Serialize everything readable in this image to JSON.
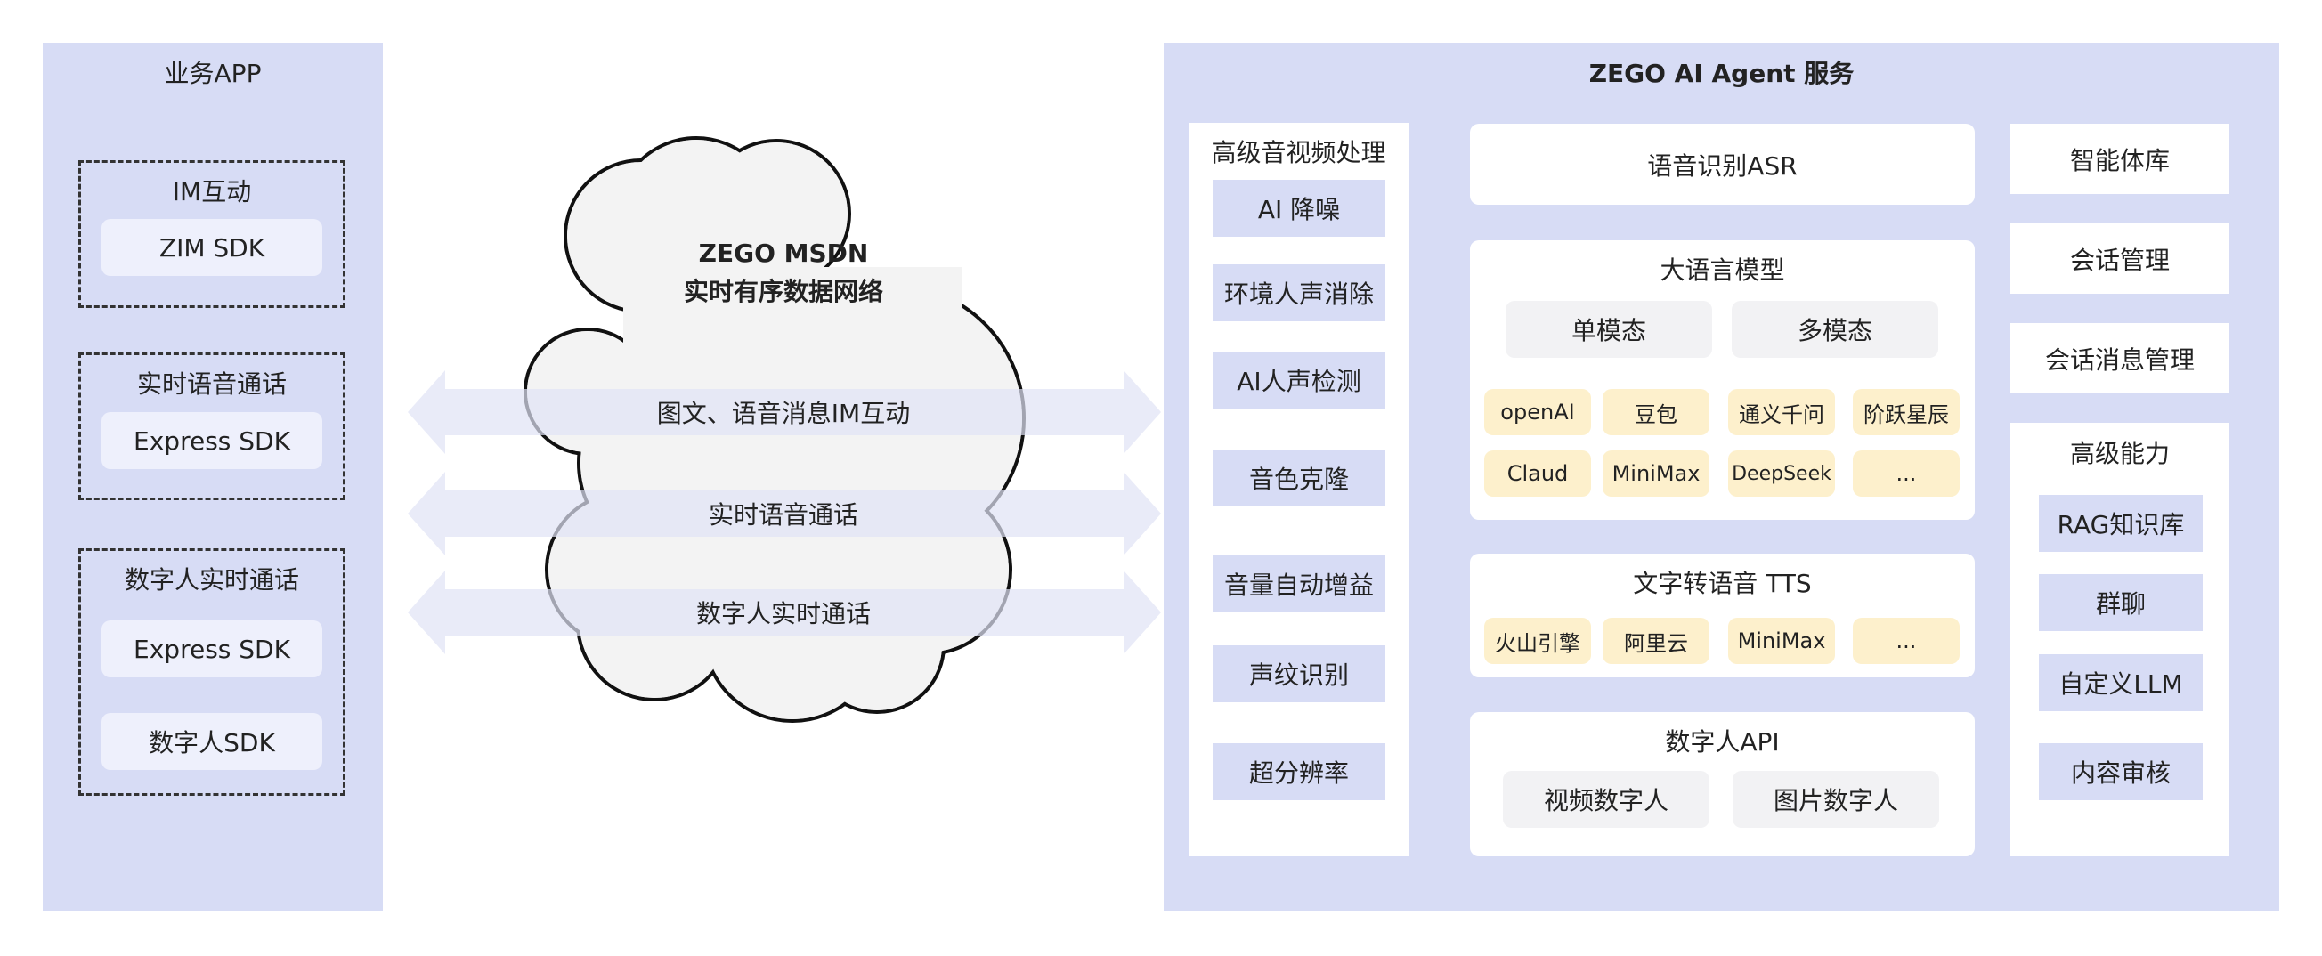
{
  "left_panel": {
    "title": "业务APP",
    "groups": [
      {
        "title": "IM互动",
        "items": [
          "ZIM SDK"
        ]
      },
      {
        "title": "实时语音通话",
        "items": [
          "Express SDK"
        ]
      },
      {
        "title": "数字人实时通话",
        "items": [
          "Express SDK",
          "数字人SDK"
        ]
      }
    ]
  },
  "cloud": {
    "title_line1": "ZEGO MSDN",
    "title_line2": "实时有序数据网络",
    "channels": [
      "图文、语音消息IM互动",
      "实时语音通话",
      "数字人实时通话"
    ]
  },
  "right_panel": {
    "title": "ZEGO AI Agent 服务",
    "av_processing": {
      "title": "高级音视频处理",
      "items": [
        "AI 降噪",
        "环境人声消除",
        "AI人声检测",
        "音色克隆",
        "音量自动增益",
        "声纹识别",
        "超分辨率"
      ]
    },
    "asr": {
      "title": "语音识别ASR"
    },
    "llm": {
      "title": "大语言模型",
      "modes": [
        "单模态",
        "多模态"
      ],
      "providers": [
        "openAI",
        "豆包",
        "通义千问",
        "阶跃星辰",
        "Claud",
        "MiniMax",
        "DeepSeek",
        "..."
      ]
    },
    "tts": {
      "title": "文字转语音 TTS",
      "providers": [
        "火山引擎",
        "阿里云",
        "MiniMax",
        "..."
      ]
    },
    "avatar_api": {
      "title": "数字人API",
      "items": [
        "视频数字人",
        "图片数字人"
      ]
    },
    "side": {
      "items": [
        "智能体库",
        "会话管理",
        "会话消息管理"
      ],
      "advanced": {
        "title": "高级能力",
        "items": [
          "RAG知识库",
          "群聊",
          "自定义LLM",
          "内容审核"
        ]
      }
    }
  },
  "colors": {
    "panel": "#d7dcf5",
    "sdk": "#eef0fc",
    "provider": "#fdf0cc",
    "mode": "#f2f2f4",
    "cloud": "#f3f3f3"
  }
}
